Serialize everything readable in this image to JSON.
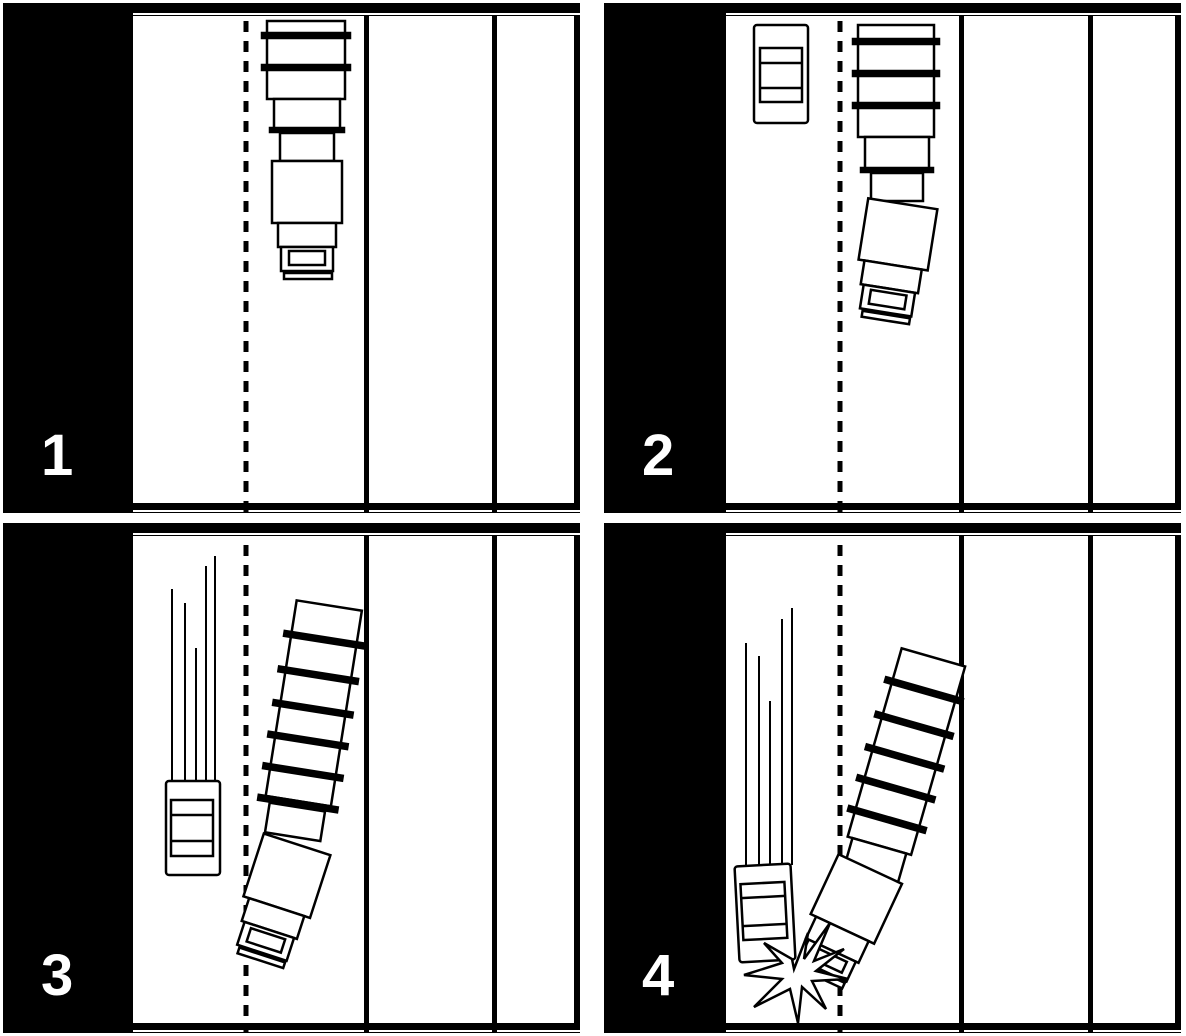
{
  "colors": {
    "road": "#ffffff",
    "shoulder": "#000000",
    "line": "#000000",
    "label": "#ffffff"
  },
  "panels": [
    {
      "label": "1"
    },
    {
      "label": "2"
    },
    {
      "label": "3"
    },
    {
      "label": "4"
    }
  ],
  "icons": [
    "car-icon",
    "tractor-trailer-icon",
    "skid-marks",
    "impact-burst-icon"
  ]
}
